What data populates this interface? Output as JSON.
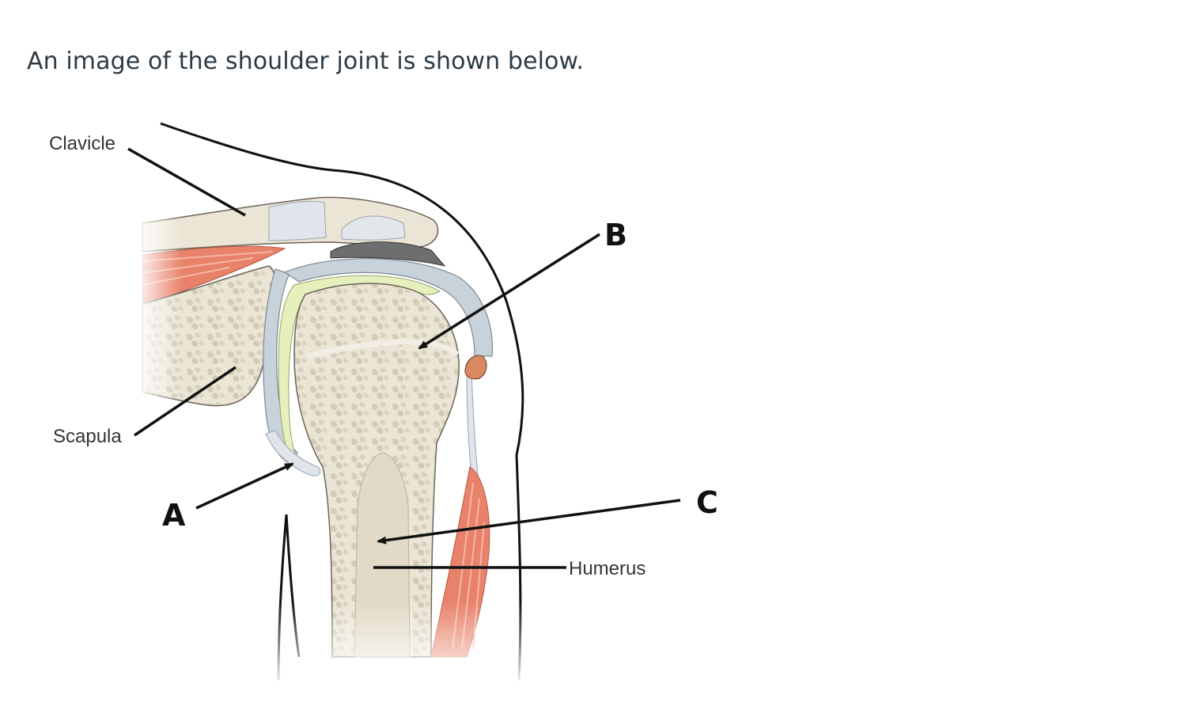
{
  "question": {
    "text": "An image of the shoulder joint is shown below."
  },
  "diagram": {
    "labels": {
      "clavicle": "Clavicle",
      "scapula": "Scapula",
      "humerus": "Humerus",
      "a": "A",
      "b": "B",
      "c": "C"
    },
    "colors": {
      "bone": "#ece6d6",
      "bone_texture": "#d6cfbe",
      "marrow": "#e2dac6",
      "muscle": "#e8826a",
      "cartilage": "#c8d2da",
      "synovial": "#e6f0bc",
      "ligament": "#dfe5ea",
      "outline": "#111111"
    }
  }
}
